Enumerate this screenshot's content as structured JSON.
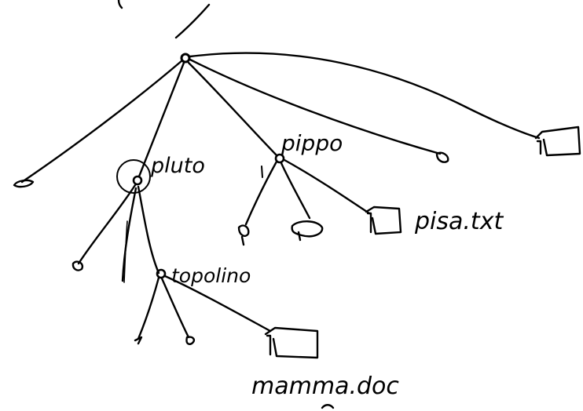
{
  "diagram": {
    "type": "file-system-tree",
    "labels": {
      "pluto": "pluto",
      "pippo": "pippo",
      "topolino": "topolino",
      "pisa": "pisa.txt",
      "mamma": "mamma.doc"
    },
    "ink_color": "#000000"
  }
}
